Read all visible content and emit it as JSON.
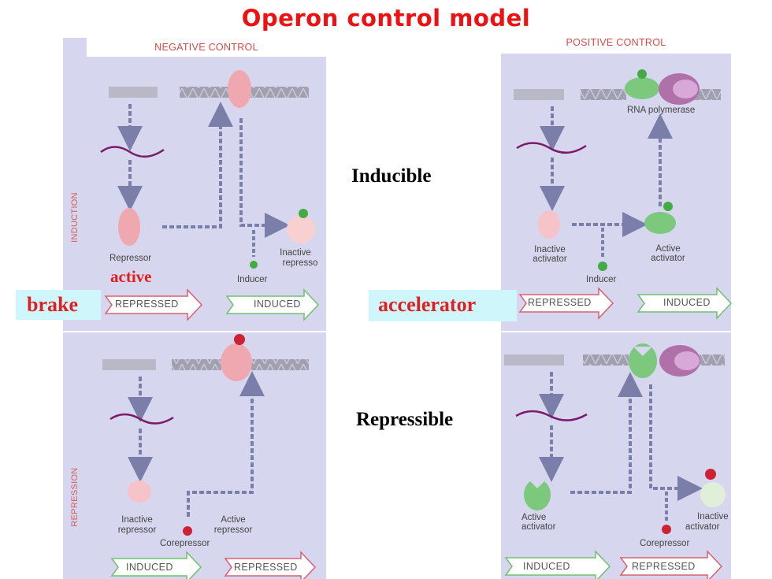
{
  "title": "Operon control model",
  "headers": {
    "negative": "NEGATIVE CONTROL",
    "positive": "POSITIVE CONTROL"
  },
  "row_labels": {
    "induction": "INDUCTION",
    "repression": "REPRESSION"
  },
  "middle": {
    "inducible": "Inducible",
    "repressible": "Repressible"
  },
  "callouts": {
    "brake": "brake",
    "accelerator": "accelerator",
    "active": "active"
  },
  "neg_induction": {
    "repressor": "Repressor",
    "inactive_repressor_1": "Inactive",
    "inactive_repressor_2": "represso",
    "inducer": "Inducer",
    "left_arrow": "REPRESSED",
    "right_arrow": "INDUCED"
  },
  "pos_induction": {
    "rna_polymerase": "RNA polymerase",
    "inactive_activator_1": "Inactive",
    "inactive_activator_2": "activator",
    "active_activator_1": "Active",
    "active_activator_2": "activator",
    "inducer": "Inducer",
    "left_arrow": "REPRESSED",
    "right_arrow": "INDUCED"
  },
  "neg_repression": {
    "inactive_repressor_1": "Inactive",
    "inactive_repressor_2": "repressor",
    "active_repressor_1": "Active",
    "active_repressor_2": "repressor",
    "corepressor": "Corepressor",
    "left_arrow": "INDUCED",
    "right_arrow": "REPRESSED"
  },
  "pos_repression": {
    "active_activator_1": "Active",
    "active_activator_2": "activator",
    "inactive_activator_1": "Inactive",
    "inactive_activator_2": "activator",
    "corepressor": "Corepressor",
    "left_arrow": "INDUCED",
    "right_arrow": "REPRESSED"
  },
  "colors": {
    "title": "#ee1111",
    "panel": "#d6d6ee",
    "dna": "#a0a0b0",
    "arrow": "#7a7ea8",
    "repressor": "#f0a8b0",
    "activator": "#7cc87c",
    "polymerase": "#b070a8",
    "corepressor": "#cc2233",
    "inducer": "#44aa44",
    "mrna": "#7a1a6a",
    "callout_bg": "#cff6fb",
    "callout_text": "#e02020"
  }
}
